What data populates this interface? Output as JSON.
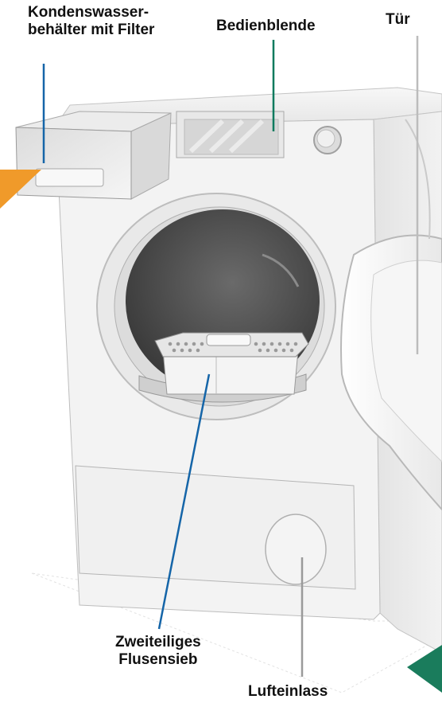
{
  "labels": {
    "condenser_line1": "Kondenswasser-",
    "condenser_line2": "behälter mit Filter",
    "control_panel": "Bedienblende",
    "door": "Tür",
    "lint_line1": "Zweiteiliges",
    "lint_line2": "Flusensieb",
    "air_inlet": "Lufteinlass"
  },
  "colors": {
    "leader_blue": "#1565a8",
    "leader_green": "#0b7a5e",
    "leader_gray": "#9a9a9a",
    "accent_orange": "#f09a2a",
    "accent_green": "#1a7c5c",
    "body": "#f2f2f2",
    "outline": "#b5b5b5",
    "drum": "#4a4a4a"
  }
}
